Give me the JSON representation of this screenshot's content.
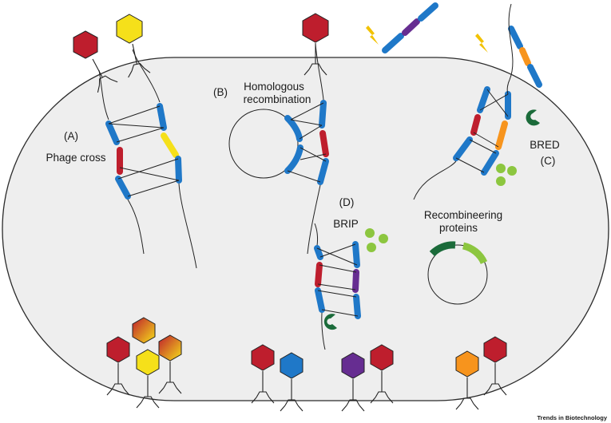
{
  "labels": {
    "phage_cross_tag": "(A)",
    "phage_cross": "Phage cross",
    "homologous_tag": "(B)",
    "homologous_line1": "Homologous",
    "homologous_line2": "recombination",
    "bred": "BRED",
    "bred_tag": "(C)",
    "brip_tag": "(D)",
    "brip": "BRIP",
    "recomb_line1": "Recombineering",
    "recomb_line2": "proteins",
    "credit": "Trends in Biotechnology"
  },
  "colors": {
    "dna_blue": "#1f78c8",
    "red": "#be1e2d",
    "yellow": "#f5e01a",
    "purple": "#662d91",
    "orange": "#f7941d",
    "green_dark": "#1b6b3a",
    "green_light": "#8cc63f",
    "cell_fill": "#eeeeee",
    "lightning": "#f2c200"
  }
}
